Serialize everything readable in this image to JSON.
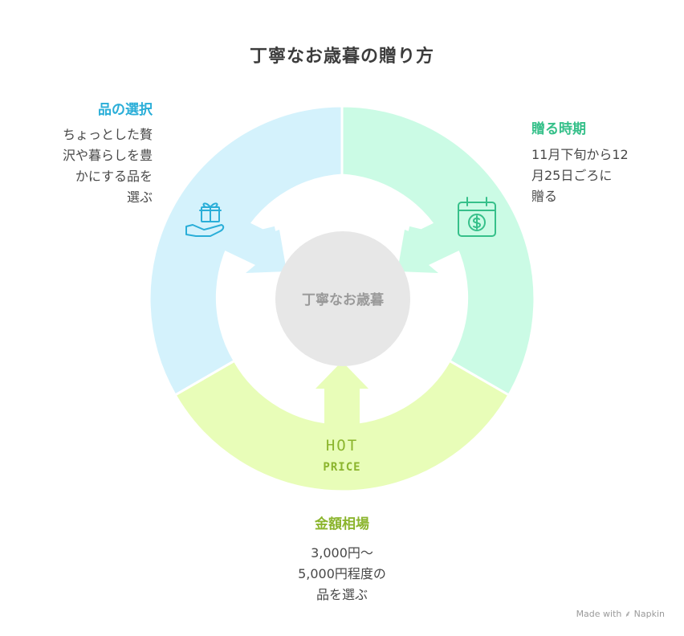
{
  "title": "丁寧なお歳暮の贈り方",
  "center": {
    "label": "丁寧なお歳暮"
  },
  "segments": [
    {
      "heading": "品の選択",
      "description": "ちょっとした贅\n沢や暮らしを豊\nかにする品を\n選ぶ",
      "color": "#d4f2fc",
      "accent": "#2aaed8",
      "icon": "gift-hand-icon"
    },
    {
      "heading": "贈る時期",
      "description": "11月下旬から12\n月25日ごろに\n贈る",
      "color": "#cbfbe5",
      "accent": "#36c08a",
      "icon": "calendar-dollar-icon"
    },
    {
      "heading": "金額相場",
      "description": "3,000円〜\n5,000円程度の\n品を選ぶ",
      "color": "#e8fdb8",
      "accent": "#8bb52d",
      "icon": "hot-price-icon",
      "icon_text_top": "HOT",
      "icon_text_bottom": "PRICE"
    }
  ],
  "footer": {
    "text": "Made with",
    "brand": "Napkin"
  }
}
